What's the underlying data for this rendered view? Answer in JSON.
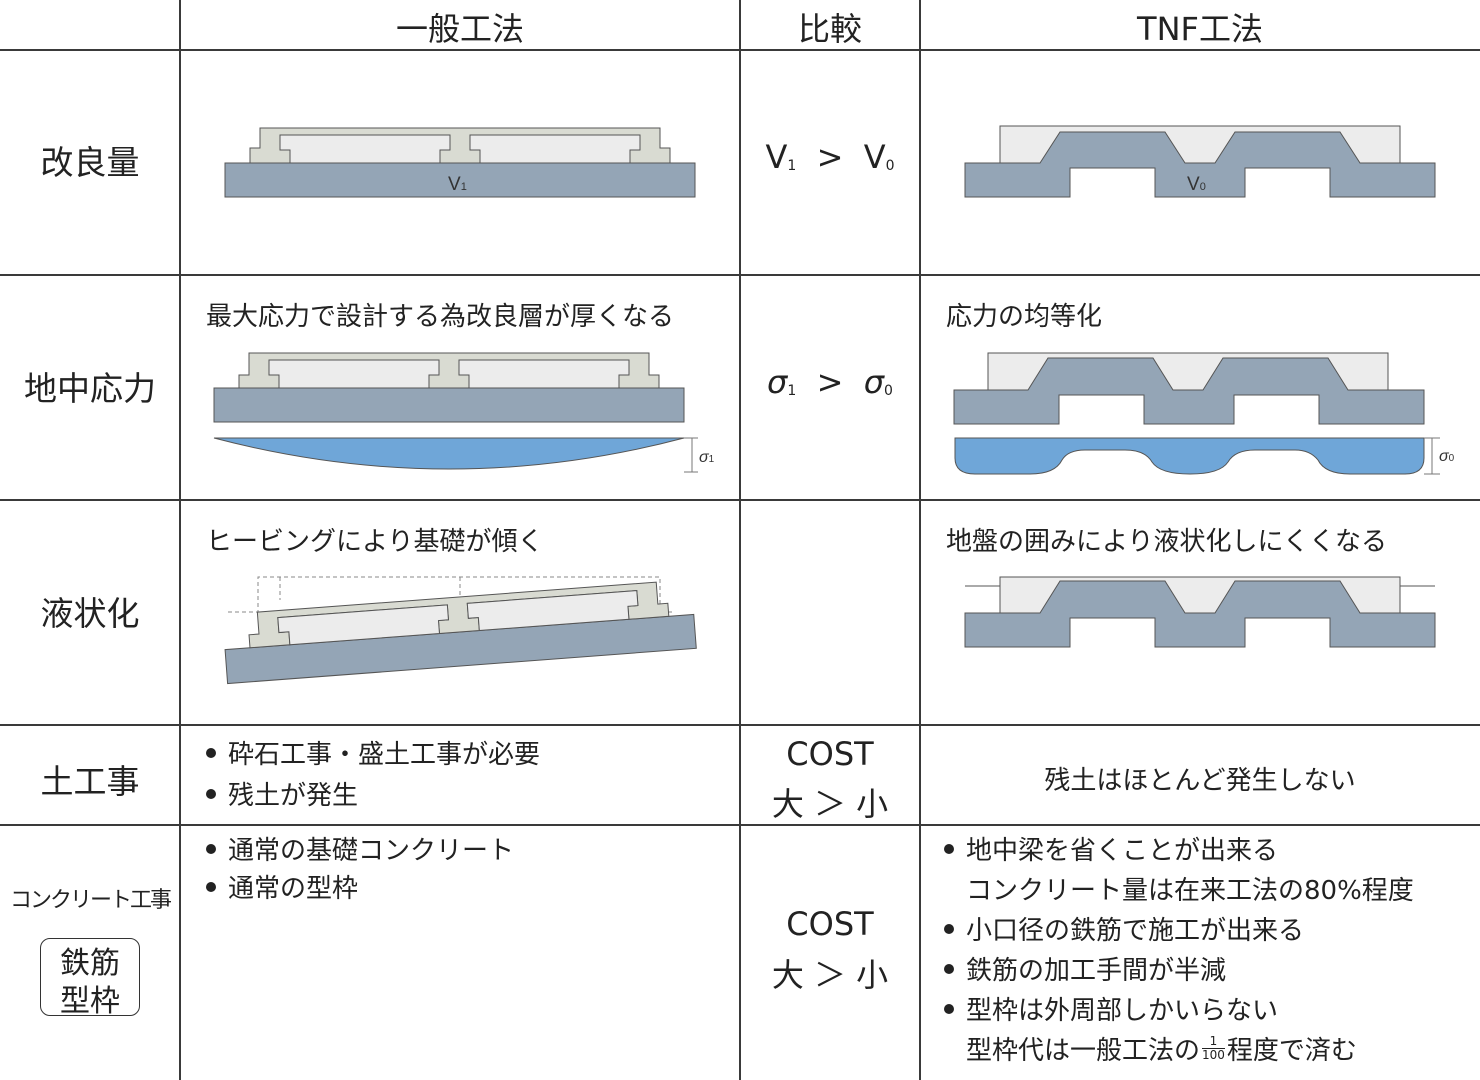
{
  "header": {
    "general": "一般工法",
    "compare": "比較",
    "tnf": "TNF工法"
  },
  "rows": {
    "improvement": {
      "label": "改良量",
      "compare_v1": "V",
      "compare_v1_sub": "1",
      "compare_op": ">",
      "compare_v0": "V",
      "compare_v0_sub": "0",
      "general_label": "V",
      "general_label_sub": "1",
      "tnf_label": "V",
      "tnf_label_sub": "0"
    },
    "stress": {
      "label": "地中応力",
      "general_desc": "最大応力で設計する為改良層が厚くなる",
      "tnf_desc": "応力の均等化",
      "compare_a": "σ",
      "compare_a_sub": "1",
      "compare_op": ">",
      "compare_b": "σ",
      "compare_b_sub": "0",
      "general_sigma": "σ",
      "general_sigma_sub": "1",
      "tnf_sigma": "σ",
      "tnf_sigma_sub": "0"
    },
    "liquefaction": {
      "label": "液状化",
      "general_desc": "ヒービングにより基礎が傾く",
      "tnf_desc": "地盤の囲みにより液状化しにくくなる"
    },
    "earthwork": {
      "label": "土工事",
      "general_items": [
        "砕石工事・盛土工事が必要",
        "残土が発生"
      ],
      "compare_line1": "COST",
      "compare_line2": "大 ＞ 小",
      "tnf_desc": "残土はほとんど発生しない"
    },
    "concrete": {
      "label_line1": "コンクリート工事",
      "label_bracket_line1": "鉄筋",
      "label_bracket_line2": "型枠",
      "general_items": [
        "通常の基礎コンクリート",
        "通常の型枠"
      ],
      "compare_line1": "COST",
      "compare_line2": "大 ＞ 小",
      "tnf_items": [
        "地中梁を省くことが出来る",
        "コンクリート量は在来工法の80%程度",
        "小口径の鉄筋で施工が出来る",
        "鉄筋の加工手間が半減",
        "型枠は外周部しかいらない"
      ],
      "tnf_last_prefix": "型枠代は一般工法の",
      "tnf_frac_num": "1",
      "tnf_frac_den": "100",
      "tnf_last_suffix": "程度で済む"
    }
  },
  "colors": {
    "ground": "#94a5b6",
    "foundation": "#d9dbd2",
    "slab": "#ececec",
    "stress": "#6fa6d8",
    "outline": "#555555"
  }
}
